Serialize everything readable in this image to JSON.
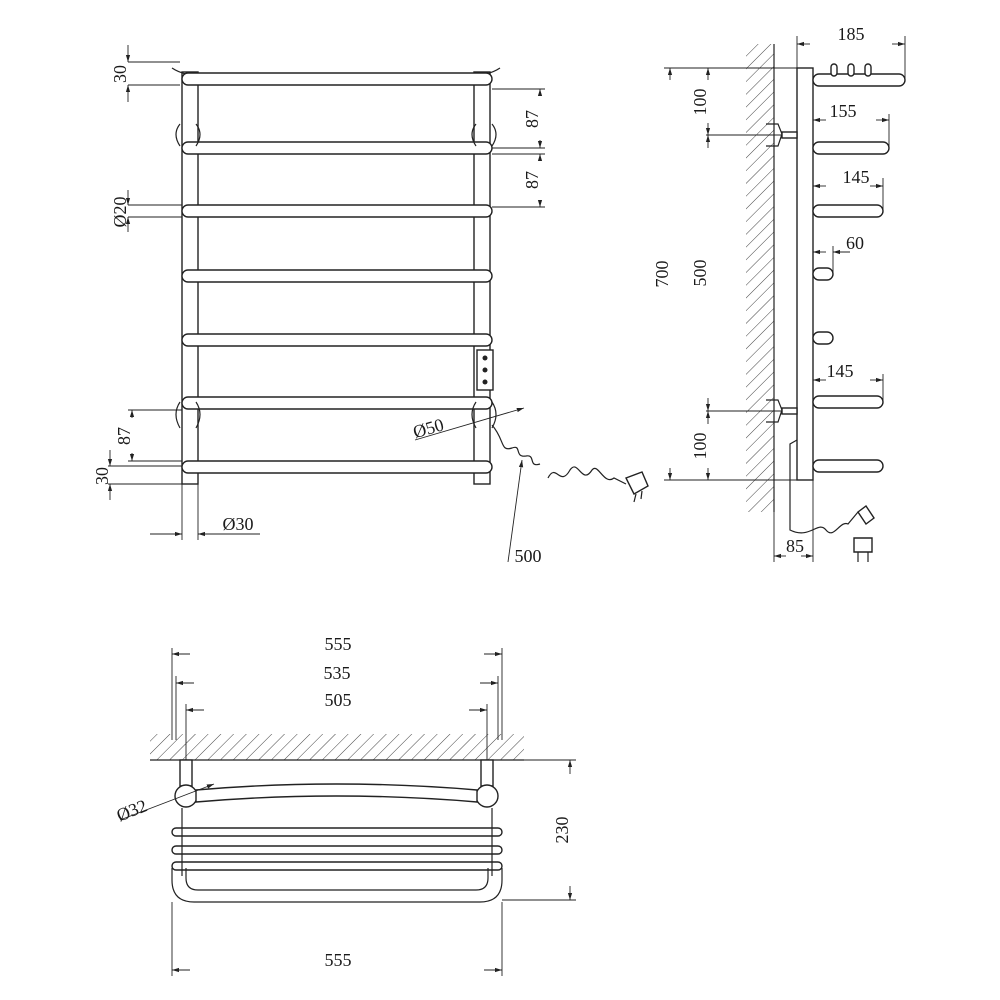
{
  "front_view": {
    "dim_top": "30",
    "dim_step1": "87",
    "dim_step2": "87",
    "dim_rail_dia": "Ø20",
    "dim_step_low": "87",
    "dim_bottom": "30",
    "dim_post_dia": "Ø30",
    "dim_flange_dia": "Ø50",
    "dim_cable": "500"
  },
  "side_view": {
    "dim_total_height": "700",
    "dim_top_offset": "100",
    "dim_mount_spacing": "500",
    "dim_bottom_offset": "100",
    "dim_depth_top": "185",
    "dim_depth_2": "155",
    "dim_depth_3": "145",
    "dim_depth_4": "60",
    "dim_depth_5": "145",
    "dim_wall_gap": "85"
  },
  "top_view": {
    "dim_width_outer": "555",
    "dim_width_mid": "535",
    "dim_width_inner": "505",
    "dim_flange_dia": "Ø32",
    "dim_depth": "230",
    "dim_width_bottom": "555"
  }
}
